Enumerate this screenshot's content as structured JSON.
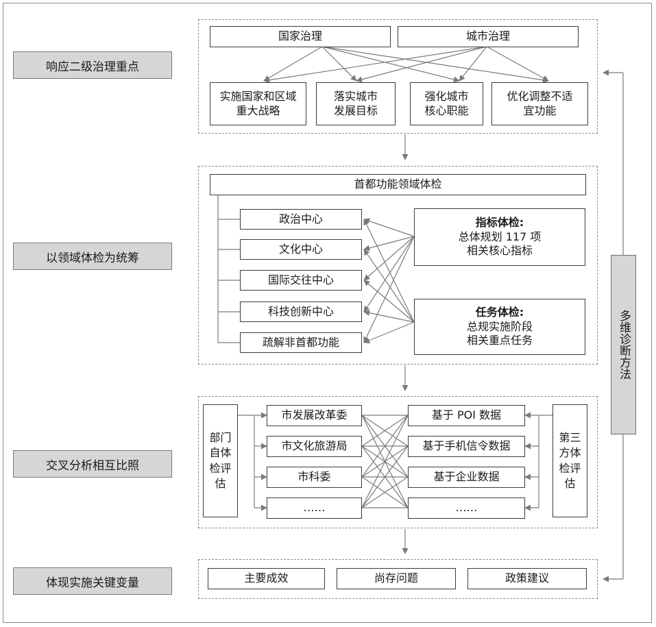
{
  "stages": {
    "s1": "响应二级治理重点",
    "s2": "以领域体检为统筹",
    "s3": "交叉分析相互比照",
    "s4": "体现实施关键变量"
  },
  "governance": {
    "national": "国家治理",
    "city": "城市治理",
    "goals": [
      {
        "l1": "实施国家和区域",
        "l2": "重大战略"
      },
      {
        "l1": "落实城市",
        "l2": "发展目标"
      },
      {
        "l1": "强化城市",
        "l2": "核心职能"
      },
      {
        "l1": "优化调整不适",
        "l2": "宜功能"
      }
    ]
  },
  "capital": {
    "title": "首都功能领域体检",
    "functions": [
      "政治中心",
      "文化中心",
      "国际交往中心",
      "科技创新中心",
      "疏解非首都功能"
    ],
    "indicator": {
      "title": "指标体检:",
      "l1": "总体规划 117 项",
      "l2": "相关核心指标"
    },
    "task": {
      "title": "任务体检:",
      "l1": "总规实施阶段",
      "l2": "相关重点任务"
    }
  },
  "cross": {
    "dept_label": [
      "部门",
      "自体",
      "检评",
      "估"
    ],
    "third_label": [
      "第三",
      "方体",
      "检评",
      "估"
    ],
    "depts": [
      "市发展改革委",
      "市文化旅游局",
      "市科委",
      "……"
    ],
    "data_sources": [
      "基于 POI 数据",
      "基于手机信令数据",
      "基于企业数据",
      "……"
    ]
  },
  "results": [
    "主要成效",
    "尚存问题",
    "政策建议"
  ],
  "side_method": "多维诊断方法"
}
